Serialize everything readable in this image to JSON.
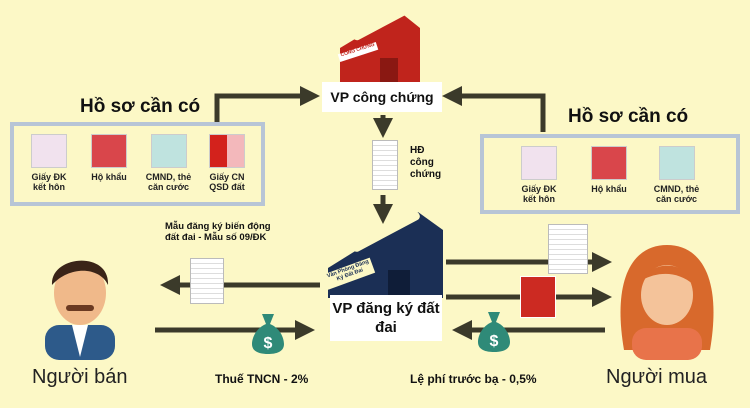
{
  "notary": {
    "label": "VP công chứng",
    "sign": "CÔNG CHỨNG",
    "output_doc": "HĐ công chứng"
  },
  "land_office": {
    "label": "VP đăng ký đất đai",
    "sign": "Văn Phòng Đăng Ký Đất Đai"
  },
  "seller_docs": {
    "title": "Hồ sơ cần có",
    "items": [
      "Giấy ĐK kết hôn",
      "Hộ khẩu",
      "CMND, thẻ căn cước",
      "Giấy CN QSD đất"
    ]
  },
  "buyer_docs": {
    "title": "Hồ sơ cần có",
    "items": [
      "Giấy ĐK kết hôn",
      "Hộ khẩu",
      "CMND, thẻ căn cước"
    ]
  },
  "form_label": "Mẫu đăng ký biến động đất đai - Mẫu số 09/ĐK",
  "seller": {
    "label": "Người bán",
    "tax": "Thuế TNCN - 2%"
  },
  "buyer": {
    "label": "Người mua",
    "fee": "Lệ phí trước bạ - 0,5%"
  },
  "colors": {
    "background": "#fcf8c6",
    "notary": "#c0241c",
    "land_office": "#1b2f55",
    "arrow": "#3b3a2a",
    "box_border": "#b7c5d6"
  }
}
